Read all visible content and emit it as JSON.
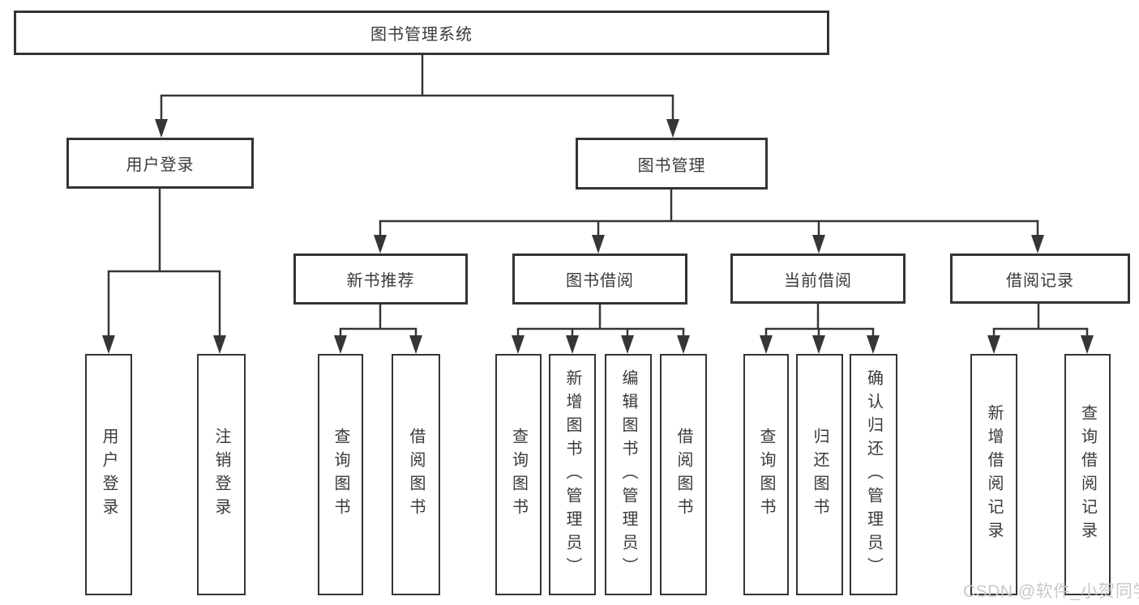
{
  "tree": {
    "root": "图书管理系统",
    "children": [
      {
        "label": "用户登录",
        "children": [
          "用户登录",
          "注销登录"
        ]
      },
      {
        "label": "图书管理",
        "children": [
          {
            "label": "新书推荐",
            "children": [
              "查询图书",
              "借阅图书"
            ]
          },
          {
            "label": "图书借阅",
            "children": [
              "查询图书",
              "新增图书（管理员）",
              "编辑图书（管理员）",
              "借阅图书"
            ]
          },
          {
            "label": "当前借阅",
            "children": [
              "查询图书",
              "归还图书",
              "确认归还（管理员）"
            ]
          },
          {
            "label": "借阅记录",
            "children": [
              "新增借阅记录",
              "查询借阅记录"
            ]
          }
        ]
      }
    ]
  },
  "watermark": "CSDN @软件_小贺同学",
  "colors": {
    "line": "#363636",
    "box_border": "#343434",
    "text": "#3a3a3a",
    "box_background": "#ffffff",
    "watermark": "#c8c8c8",
    "background": "#ffffff"
  }
}
